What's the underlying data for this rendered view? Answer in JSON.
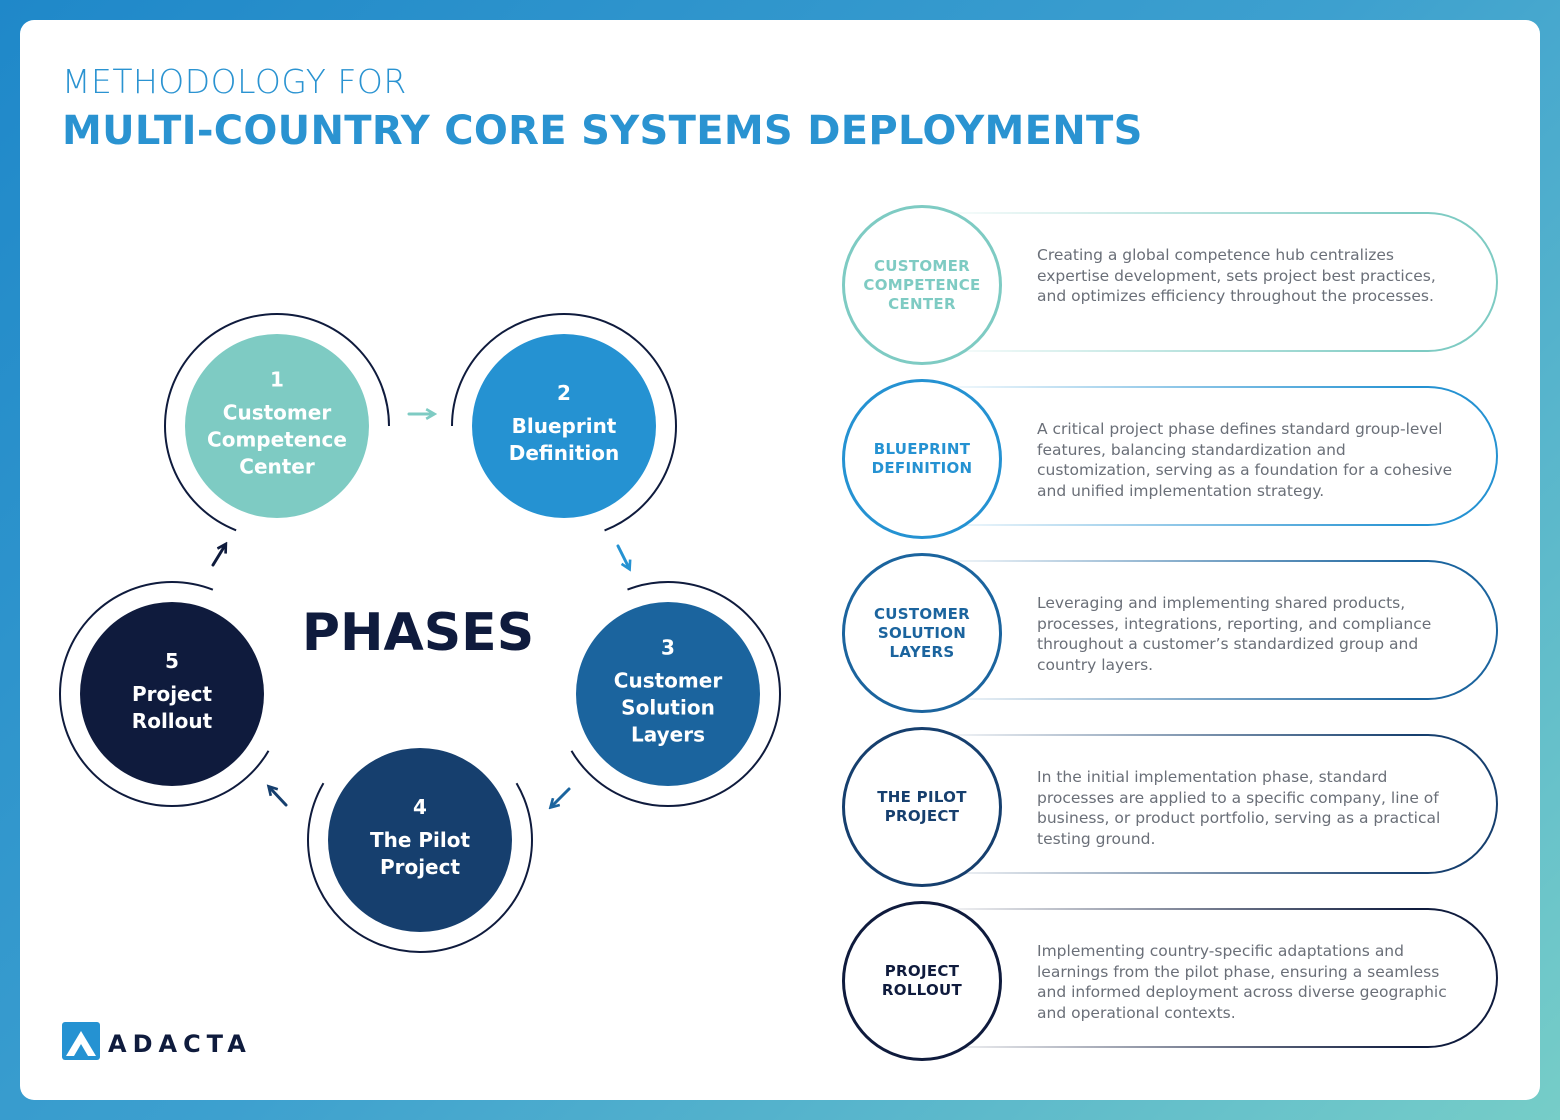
{
  "header": {
    "title_top": "METHODOLOGY FOR",
    "title_main": "MULTI-COUNTRY CORE SYSTEMS DEPLOYMENTS"
  },
  "center_label": "PHASES",
  "phases": [
    {
      "number": "1",
      "lines": [
        "Customer",
        "Competence",
        "Center"
      ],
      "color": "#7ecbc3"
    },
    {
      "number": "2",
      "lines": [
        "Blueprint",
        "Definition"
      ],
      "color": "#2592d2"
    },
    {
      "number": "3",
      "lines": [
        "Customer",
        "Solution",
        "Layers"
      ],
      "color": "#1b649e"
    },
    {
      "number": "4",
      "lines": [
        "The Pilot",
        "Project"
      ],
      "color": "#163f6e"
    },
    {
      "number": "5",
      "lines": [
        "Project",
        "Rollout"
      ],
      "color": "#0f1b3d"
    }
  ],
  "details": [
    {
      "title": "CUSTOMER\nCOMPETENCE\nCENTER",
      "color": "#7ecbc3",
      "text": "Creating a global competence hub centralizes expertise development, sets project best practices, and optimizes efficiency throughout the processes."
    },
    {
      "title": "BLUEPRINT\nDEFINITION",
      "color": "#2592d2",
      "text": "A critical project phase defines standard group-level features, balancing standardization and customization, serving as a foundation for a cohesive and unified implementation strategy."
    },
    {
      "title": "CUSTOMER\nSOLUTION\nLAYERS",
      "color": "#1b649e",
      "text": "Leveraging and implementing shared products, processes, integrations, reporting, and compliance throughout a customer’s standardized group and country layers."
    },
    {
      "title": "THE PILOT\nPROJECT",
      "color": "#163f6e",
      "text": "In the initial implementation phase, standard processes are applied to a specific company, line of business, or product portfolio, serving as a practical testing ground."
    },
    {
      "title": "PROJECT\nROLLOUT",
      "color": "#0f1b3d",
      "text": "Implementing country-specific adaptations and learnings from the pilot phase, ensuring a seamless and informed deployment across diverse geographic and operational contexts."
    }
  ],
  "logo": {
    "text": "ADACTA",
    "icon": "mountain-logo-icon"
  }
}
